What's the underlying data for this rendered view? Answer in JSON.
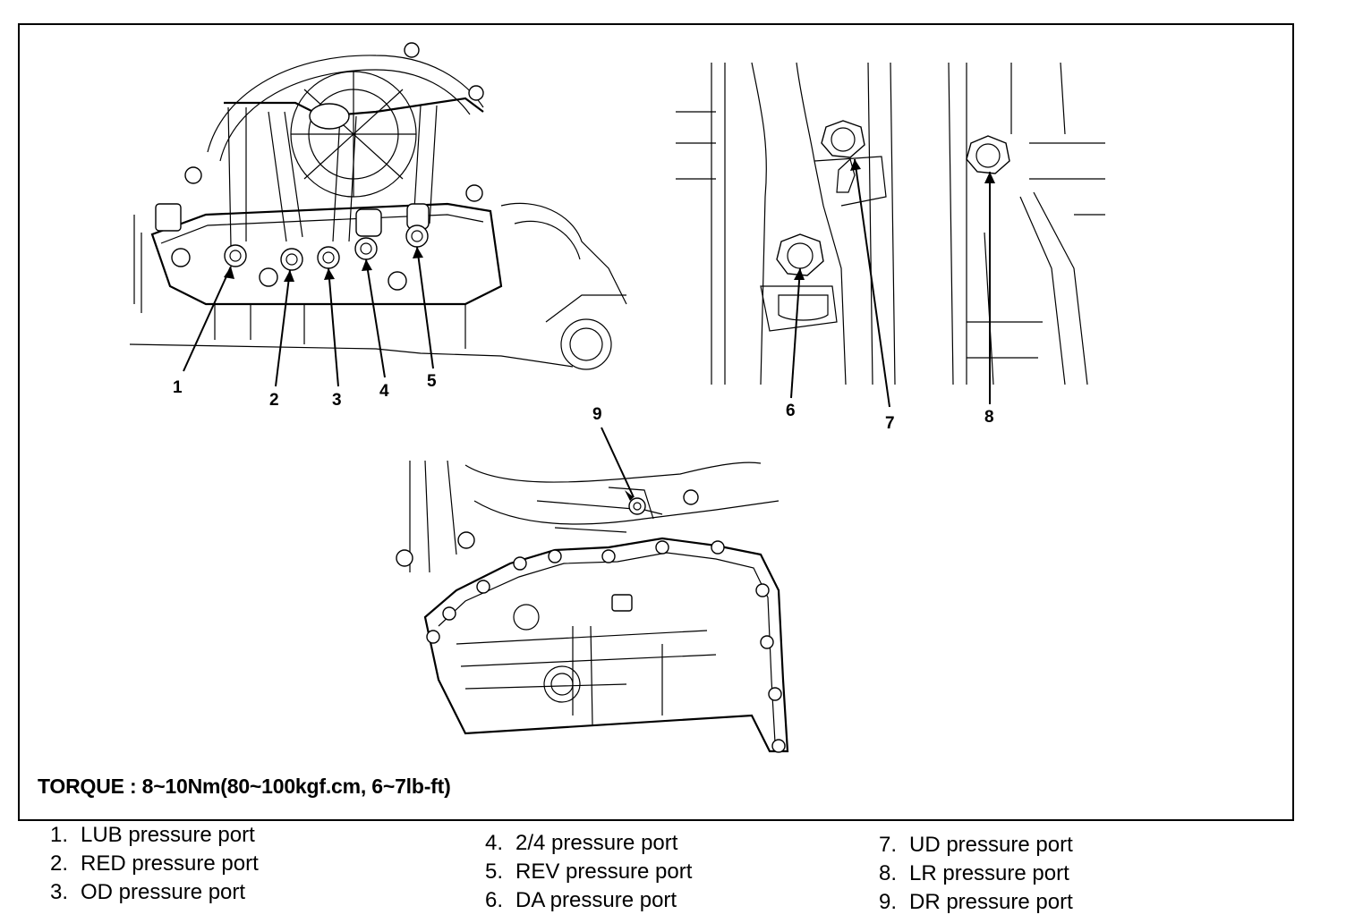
{
  "callouts": [
    "1",
    "2",
    "3",
    "4",
    "5",
    "6",
    "7",
    "8",
    "9"
  ],
  "torque_spec": "TORQUE : 8~10Nm(80~100kgf.cm, 6~7lb-ft)",
  "legend": [
    {
      "num": "1.",
      "label": "LUB pressure port"
    },
    {
      "num": "2.",
      "label": "RED pressure port"
    },
    {
      "num": "3.",
      "label": "OD pressure port"
    },
    {
      "num": "4.",
      "label": "2/4 pressure port"
    },
    {
      "num": "5.",
      "label": "REV pressure port"
    },
    {
      "num": "6.",
      "label": "DA pressure port"
    },
    {
      "num": "7.",
      "label": "UD pressure port"
    },
    {
      "num": "8.",
      "label": "LR pressure port"
    },
    {
      "num": "9.",
      "label": "DR pressure port"
    }
  ]
}
